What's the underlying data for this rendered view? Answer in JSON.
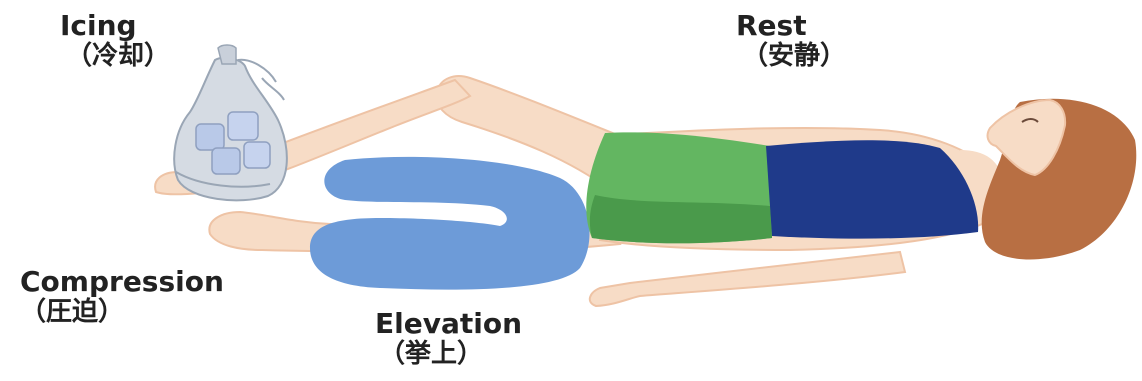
{
  "labels": {
    "icing": {
      "en": "Icing",
      "ja": "（冷却）"
    },
    "rest": {
      "en": "Rest",
      "ja": "（安静）"
    },
    "compression": {
      "en": "Compression",
      "ja": "（圧迫）"
    },
    "elevation": {
      "en": "Elevation",
      "ja": "（挙上）"
    }
  },
  "colors": {
    "skin": "#f7dcc6",
    "skin_shadow": "#eec3a5",
    "hair": "#b86f43",
    "shorts": "#63b661",
    "shorts_dark": "#4a9a4b",
    "top": "#1f3a8a",
    "cushion": "#6d9bd8",
    "ice_bag": "#d5dbe3",
    "ice_cube": "#b9c9e8"
  }
}
